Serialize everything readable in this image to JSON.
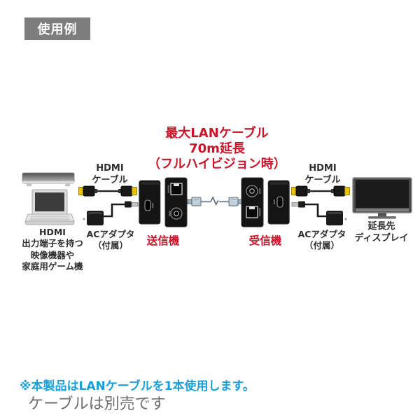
{
  "colors": {
    "red": "#c9142a",
    "blue": "#1b9fd8",
    "badge_bg": "#7d7d7d",
    "label_dark": "#2e2e2e",
    "hdmi_plug_yellow": "#e8c400",
    "lan_connector_blue": "#c2d2dc"
  },
  "badge": {
    "label": "使用例"
  },
  "heading": {
    "text": "最大LANケーブル\n70m延長\n（フルハイビジョン時）"
  },
  "left_group": {
    "source_device_label": "HDMI\n出力端子を持つ\n映像機器や\n家庭用ゲーム機",
    "hdmi_cable_label": "HDMI\nケーブル",
    "ac_adapter_label": "ACアダプタ\n（付属）",
    "transmitter_label": "送信機"
  },
  "right_group": {
    "receiver_label": "受信機",
    "hdmi_cable_label": "HDMI\nケーブル",
    "ac_adapter_label": "ACアダプタ\n（付属）",
    "display_label": "延長先\nディスプレイ"
  },
  "notes": {
    "lan_note": "※本製品はLANケーブルを1本使用します。",
    "cable_note": "ケーブルは別売です"
  }
}
